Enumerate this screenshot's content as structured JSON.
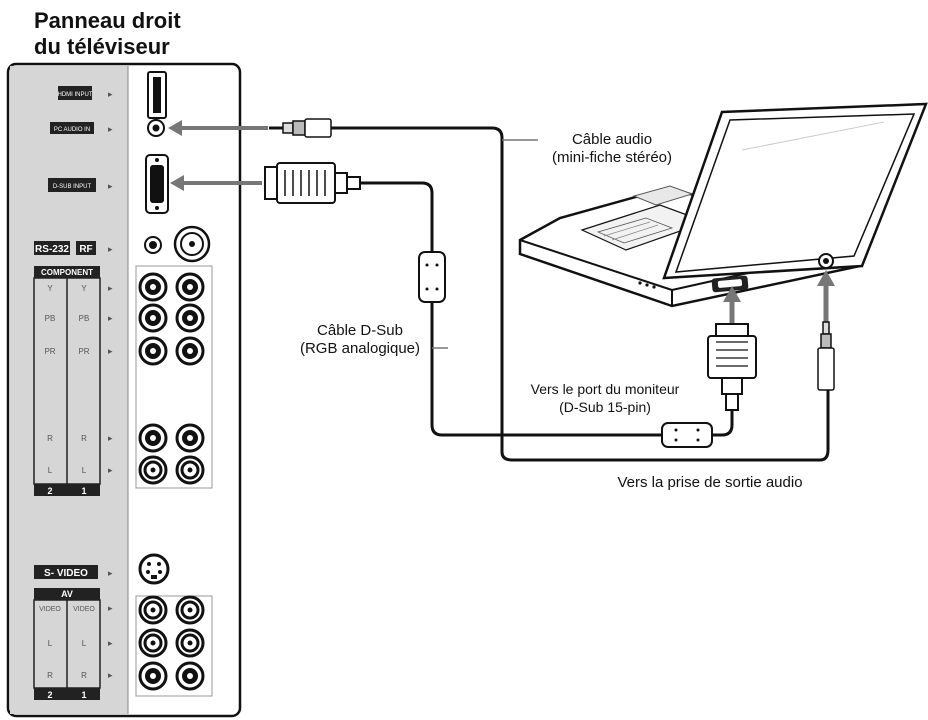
{
  "title": {
    "line1": "Panneau droit",
    "line2": "du téléviseur"
  },
  "panel": {
    "labels": {
      "hdmi": "HDMI INPUT",
      "audio_in": "PC AUDIO IN",
      "dsub": "D-SUB INPUT",
      "rs232": "RS-232",
      "rf": "RF",
      "component": "COMPONENT",
      "y": "Y",
      "pb": "PB",
      "pr": "PR",
      "r": "R",
      "l": "L",
      "num2": "2",
      "num1": "1",
      "svideo": "S- VIDEO",
      "av": "AV",
      "video": "VIDEO"
    }
  },
  "callouts": {
    "audio_cable_1": "Câble audio",
    "audio_cable_2": "(mini-fiche stéréo)",
    "dsub_cable_1": "Câble D-Sub",
    "dsub_cable_2": "(RGB analogique)",
    "monitor_port_1": "Vers le port du moniteur",
    "monitor_port_2": "(D-Sub 15-pin)",
    "audio_out": "Vers la prise de sortie audio"
  }
}
